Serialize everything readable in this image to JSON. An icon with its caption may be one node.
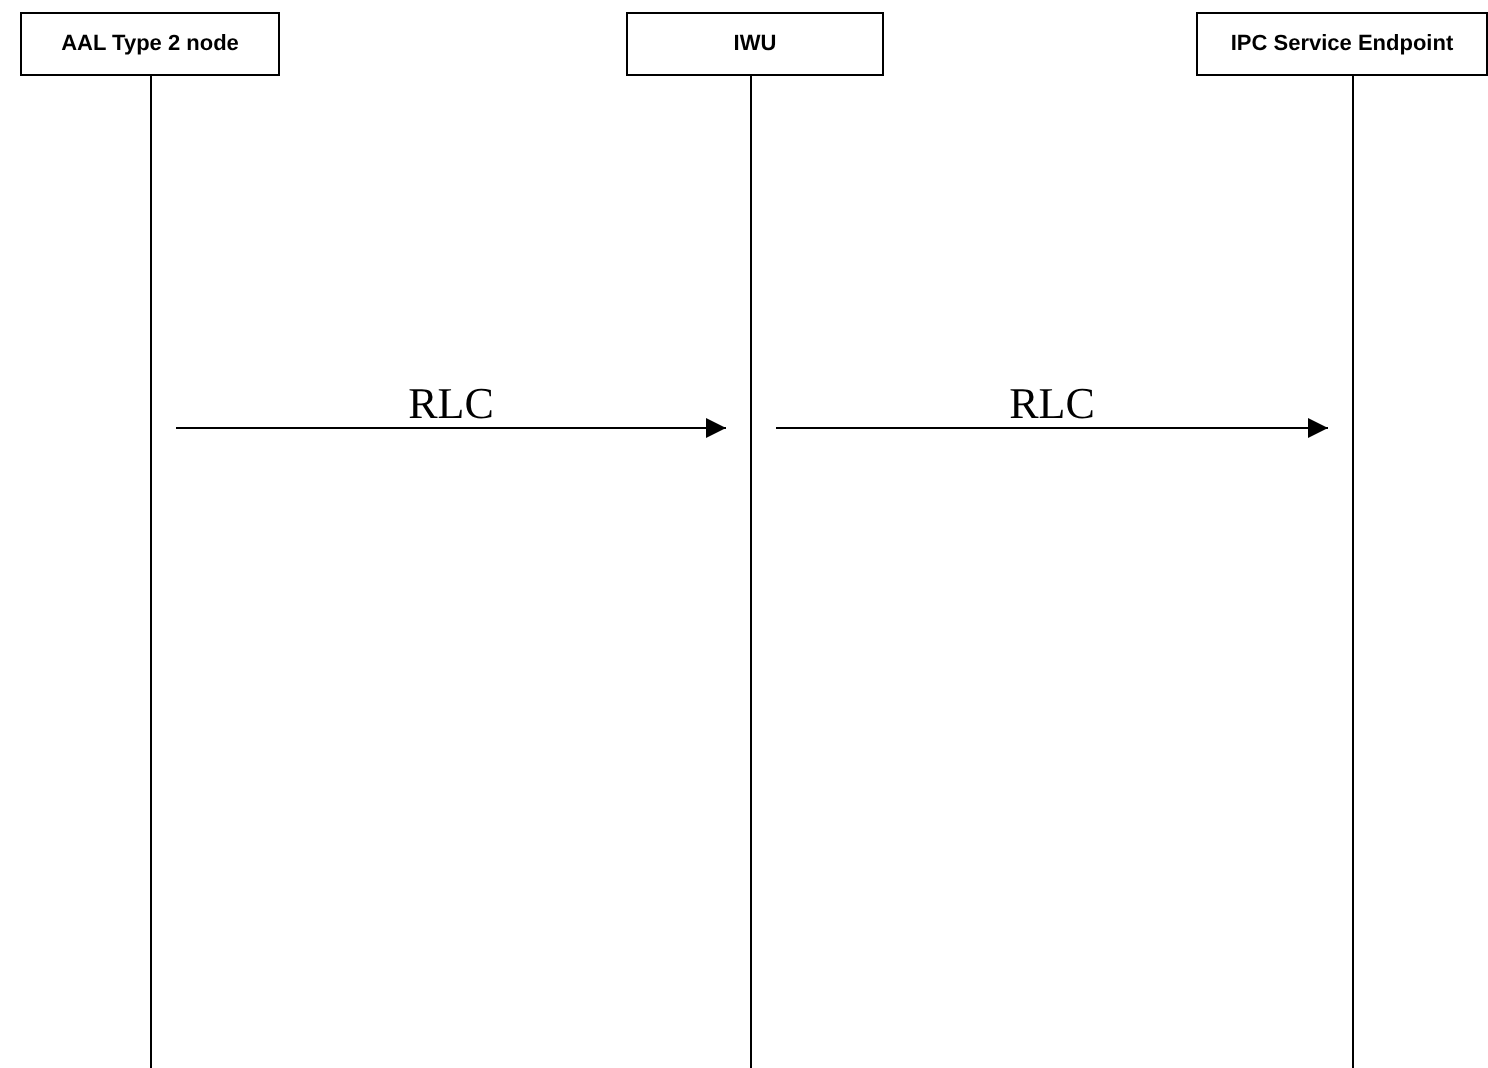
{
  "diagram": {
    "nodes": [
      {
        "text": [
          "AAL Type 2 node"
        ]
      },
      {
        "text": [
          "IWU"
        ]
      },
      {
        "text": [
          "IPC Service Endpoint"
        ]
      },
      {
        "text": [],
        "shape": "line"
      },
      {
        "text": [],
        "shape": "line"
      },
      {
        "text": [],
        "shape": "line"
      }
    ],
    "edges": [
      {
        "from": 0,
        "to": 3,
        "arrow": "none"
      },
      {
        "from": 1,
        "to": 4,
        "arrow": "none"
      },
      {
        "from": 2,
        "to": 5,
        "arrow": "none"
      },
      {
        "from": 3,
        "to": 4,
        "arrow": "to",
        "label": "RLC"
      },
      {
        "from": 4,
        "to": 5,
        "arrow": "to",
        "label": "RLC"
      }
    ]
  }
}
